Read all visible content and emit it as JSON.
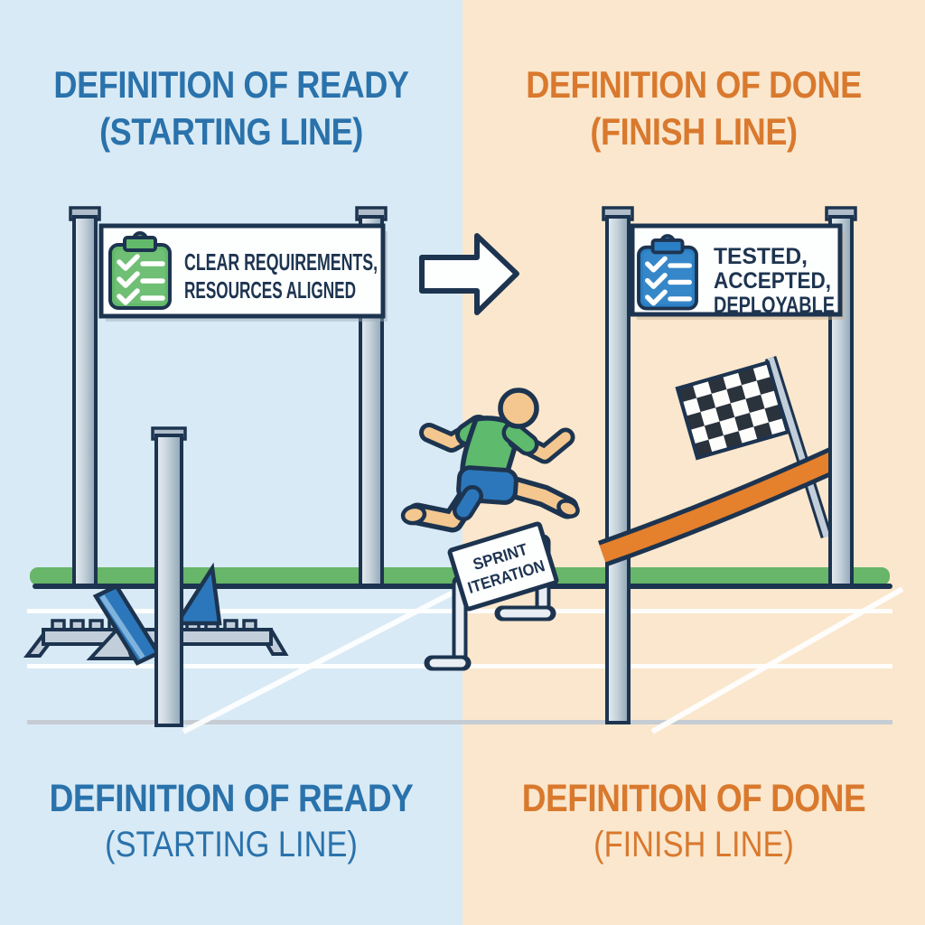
{
  "left_panel": {
    "background_color": "#d8eaf5",
    "title_color": "#2a72ab",
    "title": {
      "line1": "DEFINITION OF READY",
      "line2": "(STARTING LINE)"
    },
    "signboard": {
      "line1": "CLEAR REQUIREMENTS,",
      "line2": "RESOURCES ALIGNED"
    },
    "clipboard_icon": {
      "name": "green-checklist-clipboard-icon",
      "color": "#63b96a"
    },
    "starting_blocks_icon": "starting-blocks-icon"
  },
  "right_panel": {
    "background_color": "#fae7cd",
    "title_color": "#d9792e",
    "title": {
      "line1": "DEFINITION OF DONE",
      "line2": "(FINISH LINE)"
    },
    "signboard": {
      "line1": "TESTED,",
      "line2": "ACCEPTED,",
      "line3": "DEPLOYABLE"
    },
    "clipboard_icon": {
      "name": "blue-checklist-clipboard-icon",
      "color": "#2b7fc4"
    },
    "checkered_flag_icon": "checkered-flag-icon",
    "finish_ribbon_icon": "finish-ribbon-icon"
  },
  "center": {
    "arrow_icon": "right-arrow-icon",
    "runner_icon": "hurdling-runner-icon",
    "hurdle_label": {
      "line1": "SPRINT",
      "line2": "ITERATION"
    }
  },
  "palette": {
    "outline_navy": "#1d3450",
    "track_green": "#67b669",
    "ribbon_orange": "#e5802c",
    "post_gray": "#c2cfda",
    "skin_tone": "#f3c78f",
    "shirt_green": "#5eba6d",
    "shorts_blue": "#2c77bb"
  }
}
